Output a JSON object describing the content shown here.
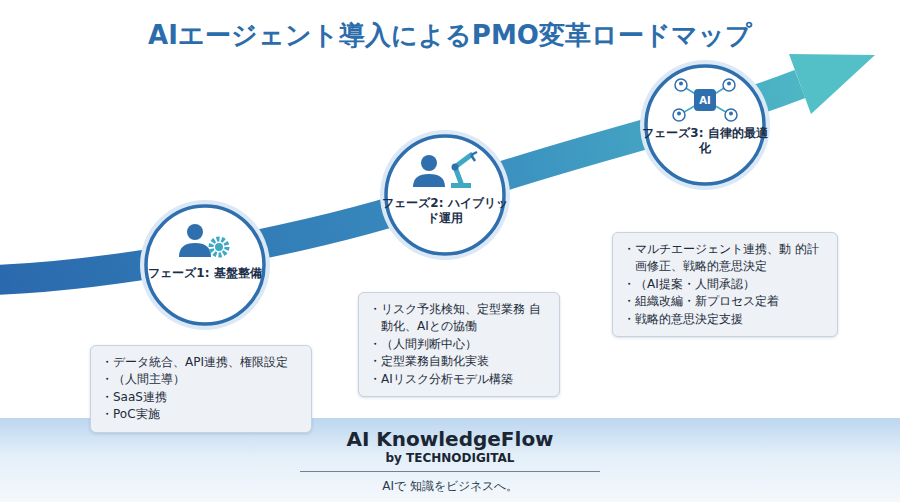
{
  "diagram": {
    "title": "AIエージェント導入によるPMO変革ロードマップ",
    "nodes": [
      {
        "text": [
          "フェーズ1: 基盤整備"
        ]
      },
      {
        "text": [
          "・データ統合、API連携、権限設定",
          "・（人間主導）",
          "・SaaS連携",
          "・PoC実施"
        ]
      },
      {
        "text": [
          "フェーズ2: ハイブリッド運用"
        ]
      },
      {
        "text": [
          "・リスク予兆検知、定型業務 自動化、AIとの協働",
          "・（人間判断中心）",
          "・定型業務自動化実装",
          "・AIリスク分析モデル構築"
        ]
      },
      {
        "text": [
          "フェーズ3: 自律的最適化"
        ]
      },
      {
        "text": [
          "・マルチエージェント連携、動 的計画修正、戦略的意思決定",
          "・（AI提案・人間承認）",
          "・組織改編・新プロセス定着",
          "・戦略的意思決定支援"
        ]
      },
      {
        "text": [
          "AI KnowledgeFlow",
          "by TECHNODIGITAL",
          "AIで 知識をビジネスへ。"
        ]
      }
    ],
    "labels": [
      "AI"
    ]
  }
}
